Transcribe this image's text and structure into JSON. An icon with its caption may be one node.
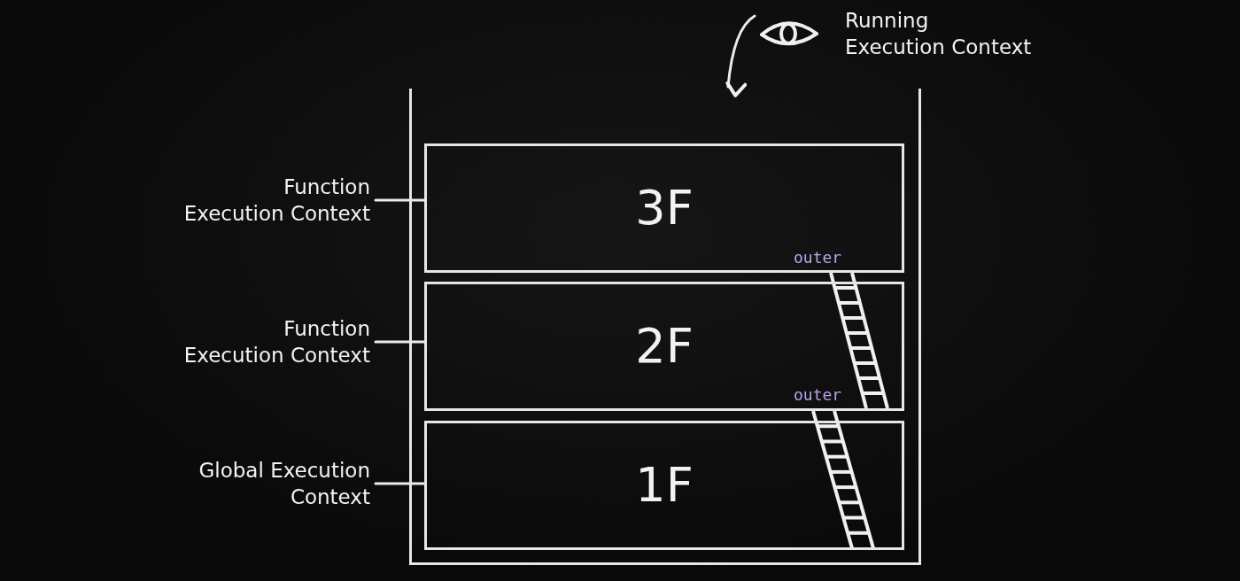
{
  "diagram": {
    "nodes": [
      {
        "text": [],
        "shape": "box"
      },
      {
        "text": [
          "3F"
        ],
        "in": 0
      },
      {
        "text": [
          "2F"
        ],
        "in": 0
      },
      {
        "text": [
          "1F"
        ],
        "in": 0
      },
      {
        "text": [
          "Function Execution Context"
        ]
      },
      {
        "text": [
          "Function Execution Context"
        ]
      },
      {
        "text": [
          "Global Execution Context"
        ]
      },
      {
        "text": [
          "Running Execution Context"
        ]
      }
    ],
    "edges": [
      {
        "from": 4,
        "to": 1,
        "arrow": "none"
      },
      {
        "from": 5,
        "to": 2,
        "arrow": "none"
      },
      {
        "from": 6,
        "to": 3,
        "arrow": "none"
      },
      {
        "from": 7,
        "to": 0,
        "arrow": "to"
      }
    ],
    "labels": [
      "outer",
      "outer"
    ]
  }
}
